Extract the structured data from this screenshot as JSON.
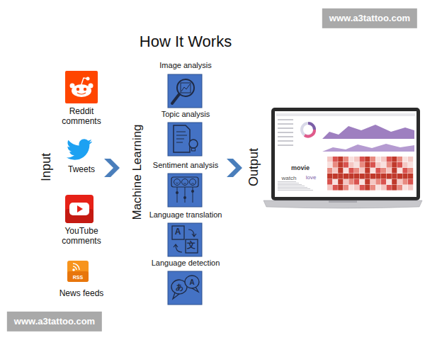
{
  "diagram": {
    "title": "How It Works",
    "nodes": [
      {
        "text": [
          "Reddit comments"
        ]
      },
      {
        "text": [
          "Tweets"
        ]
      },
      {
        "text": [
          "YouTube comments"
        ]
      },
      {
        "text": [
          "News feeds"
        ]
      },
      {
        "text": [
          "Image analysis"
        ]
      },
      {
        "text": [
          "Topic analysis"
        ]
      },
      {
        "text": [
          "Sentiment analysis"
        ]
      },
      {
        "text": [
          "Language translation"
        ]
      },
      {
        "text": [
          "Language detection"
        ]
      }
    ],
    "labels": [
      "Input",
      "Machine Learning",
      "Output",
      "RSS",
      "A",
      "文",
      "あ",
      "A",
      "movie",
      "watch",
      "love",
      "www.a3tattoo.com",
      "www.a3tattoo.com"
    ]
  }
}
